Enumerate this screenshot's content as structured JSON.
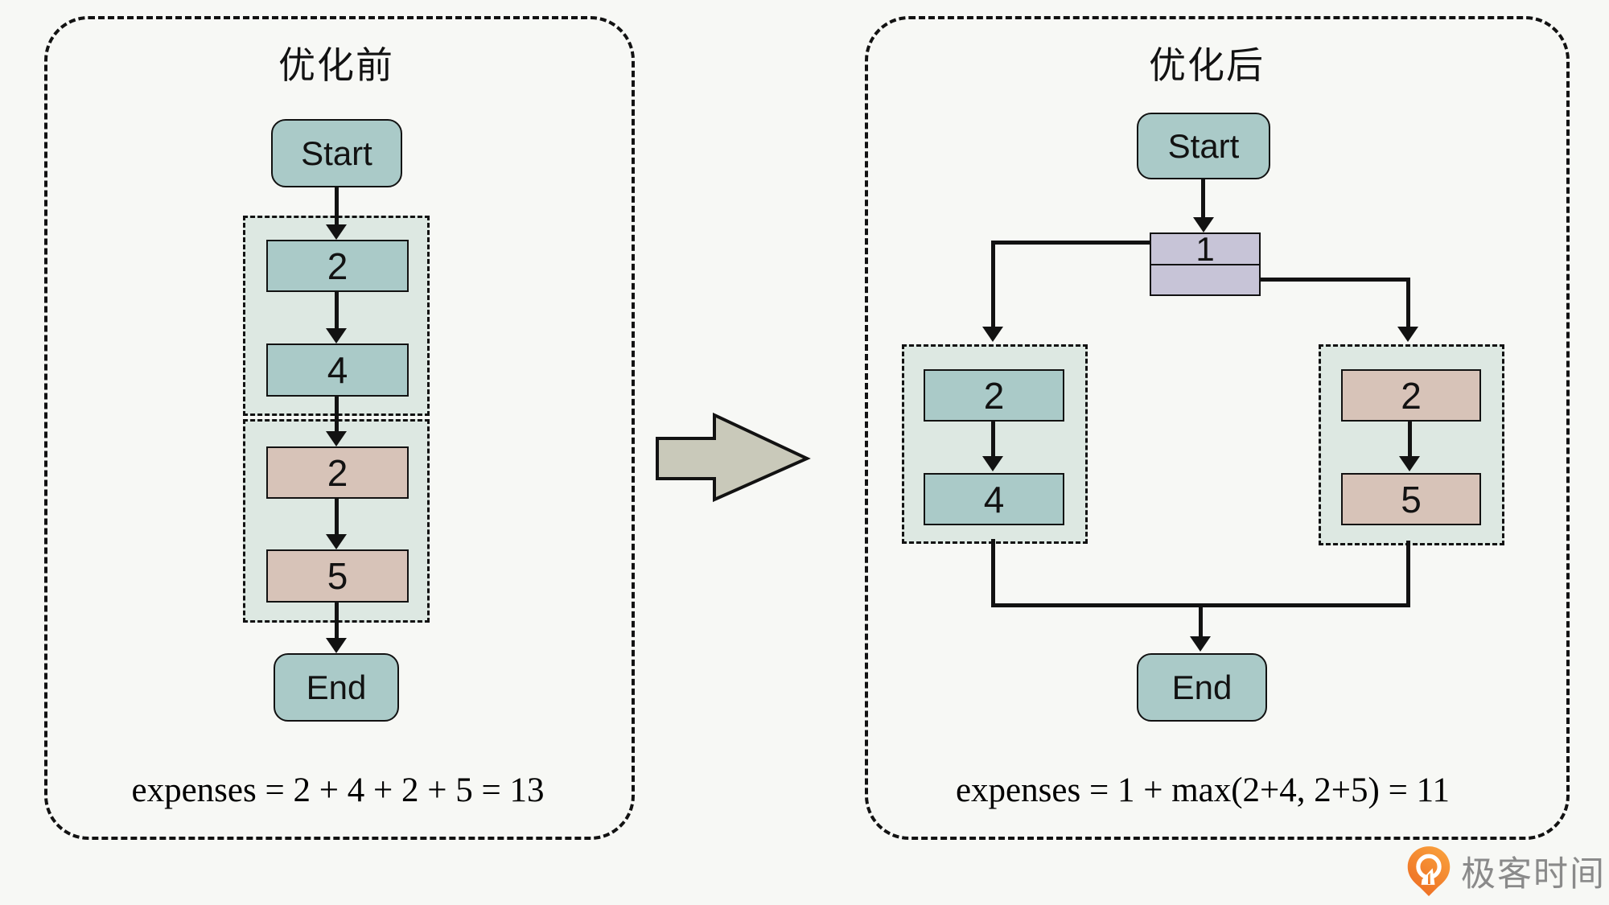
{
  "panels": {
    "before": {
      "title": "优化前",
      "start_label": "Start",
      "end_label": "End",
      "group1": [
        "2",
        "4"
      ],
      "group2": [
        "2",
        "5"
      ],
      "expenses": "expenses = 2 + 4 + 2 + 5 = 13"
    },
    "after": {
      "title": "优化后",
      "start_label": "Start",
      "end_label": "End",
      "root": "1",
      "branch_left": [
        "2",
        "4"
      ],
      "branch_right": [
        "2",
        "5"
      ],
      "expenses": "expenses = 1 + max(2+4, 2+5) = 11"
    }
  },
  "colors": {
    "background": "#f7f8f5",
    "teal_node": "#aacac8",
    "tan_node": "#d7c3b8",
    "lavender_node": "#c7c4d7",
    "group_background": "#dde8e2",
    "block_arrow": "#c9c9ba",
    "line": "#121212",
    "logo_orange_top": "#f9a03c",
    "logo_orange_bottom": "#ed6c23",
    "logo_text_gray": "#8a8a8a"
  },
  "logo": {
    "text": "极客时间"
  }
}
